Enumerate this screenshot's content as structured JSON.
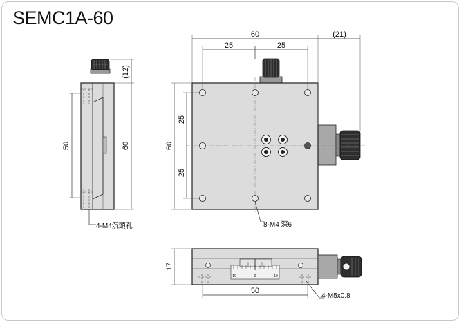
{
  "title": "SEMC1A-60",
  "dimensions": {
    "top_width": "60",
    "top_left_half": "25",
    "top_right_half": "25",
    "knob_protrusion": "(21)",
    "top_height": "60",
    "top_upper_half": "25",
    "top_lower_half": "25",
    "side_knob_height": "(12)",
    "side_hole_pitch": "50",
    "side_height": "60",
    "front_height": "17",
    "front_hole_pitch": "50"
  },
  "callouts": {
    "side_holes": "4-M4沉頭孔",
    "top_holes": "8-M4 深6",
    "front_holes": "4-M5x0.8"
  },
  "scale": {
    "labels": [
      "10",
      "0",
      "10"
    ]
  },
  "colors": {
    "body_fill": "#dcdcdc",
    "outline": "#222222",
    "knob_dark": "#3a3a3a"
  }
}
